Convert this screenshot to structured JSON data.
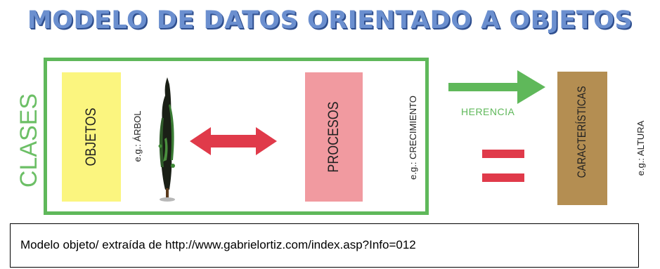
{
  "title": "MODELO DE DATOS ORIENTADO A OBJETOS",
  "diagram": {
    "clases_label": "CLASES",
    "objetos": {
      "label": "OBJETOS",
      "example": "e.g.: ÁRBOL"
    },
    "procesos": {
      "label": "PROCESOS",
      "example": "e.g.: CRECIMIENTO"
    },
    "herencia_label": "HERENCIA",
    "caracteristicas": {
      "label": "CARACTERÍSTICAS",
      "example": "e.g.: ALTURA"
    },
    "colors": {
      "title": "#6b8fcf",
      "classes_border": "#5fb85a",
      "objetos_fill": "#fbf57f",
      "procesos_fill": "#f19aa0",
      "caracteristicas_fill": "#b48e52",
      "double_arrow": "#e03a4a",
      "herencia_arrow": "#5fb85a",
      "equals": "#e03a4a"
    },
    "icons": {
      "tree": "tree-icon",
      "double_arrow": "double-arrow-icon",
      "herencia_arrow": "right-arrow-icon",
      "equals": "equals-icon"
    }
  },
  "caption": "Modelo objeto/ extraída de http://www.gabrielortiz.com/index.asp?Info=012"
}
